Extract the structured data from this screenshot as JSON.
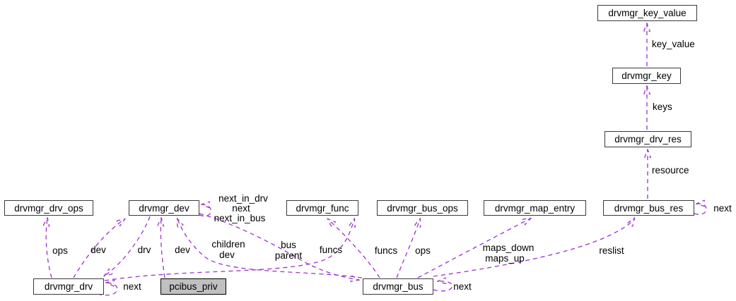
{
  "colors": {
    "edge": "#9a32cd",
    "node_border": "#3a3a3a",
    "node_fill": "#ffffff",
    "highlighted_node_fill": "#c0c0c0",
    "text": "#000000"
  },
  "nodes": {
    "drvmgr_key_value": {
      "label": "drvmgr_key_value"
    },
    "drvmgr_key": {
      "label": "drvmgr_key"
    },
    "drvmgr_drv_res": {
      "label": "drvmgr_drv_res"
    },
    "drvmgr_drv_ops": {
      "label": "drvmgr_drv_ops"
    },
    "drvmgr_dev": {
      "label": "drvmgr_dev"
    },
    "drvmgr_func": {
      "label": "drvmgr_func"
    },
    "drvmgr_bus_ops": {
      "label": "drvmgr_bus_ops"
    },
    "drvmgr_map_entry": {
      "label": "drvmgr_map_entry"
    },
    "drvmgr_bus_res": {
      "label": "drvmgr_bus_res"
    },
    "drvmgr_drv": {
      "label": "drvmgr_drv"
    },
    "pcibus_priv": {
      "label": "pcibus_priv"
    },
    "drvmgr_bus": {
      "label": "drvmgr_bus"
    }
  },
  "edge_labels": {
    "key_value": "key_value",
    "keys": "keys",
    "resource": "resource",
    "busres_next": "next",
    "drv_ops": "ops",
    "drv_dev": "dev",
    "dev_drv": "drv",
    "pcibus_dev": "dev",
    "bus_children": "children",
    "bus_children_dev": "dev",
    "dev_next_in_drv": "next_in_drv",
    "dev_next": "next",
    "dev_next_in_bus": "next_in_bus",
    "dev_bus": "bus",
    "dev_parent": "parent",
    "drv_funcs": "funcs",
    "bus_funcs": "funcs",
    "bus_ops": "ops",
    "bus_maps_down": "maps_down",
    "bus_maps_up": "maps_up",
    "bus_reslist": "reslist",
    "drv_next": "next",
    "bus_next": "next"
  }
}
